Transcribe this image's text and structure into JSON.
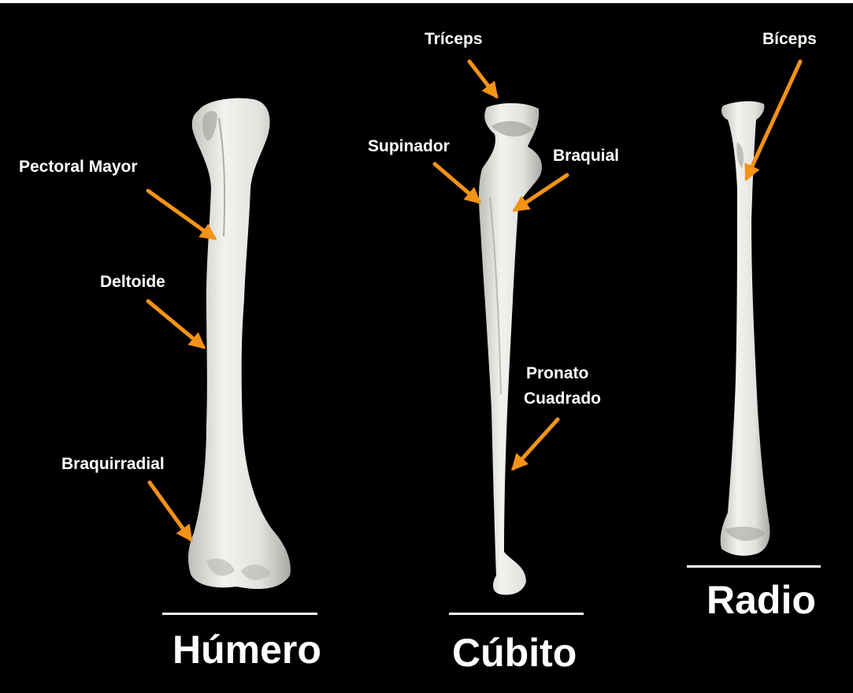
{
  "colors": {
    "background": "#000000",
    "bone": "#e6e6e3",
    "arrow": "#f39317",
    "label": "#ffffff"
  },
  "bones": {
    "humero": {
      "name": "Húmero",
      "muscles": {
        "pectoral": "Pectoral Mayor",
        "deltoide": "Deltoide",
        "braquirradial": "Braquirradial"
      }
    },
    "cubito": {
      "name": "Cúbito",
      "muscles": {
        "triceps": "Tríceps",
        "supinador": "Supinador",
        "braquial": "Braquial",
        "pronato_line1": "Pronato",
        "pronato_line2": "Cuadrado"
      }
    },
    "radio": {
      "name": "Radio",
      "muscles": {
        "biceps": "Bíceps"
      }
    }
  }
}
